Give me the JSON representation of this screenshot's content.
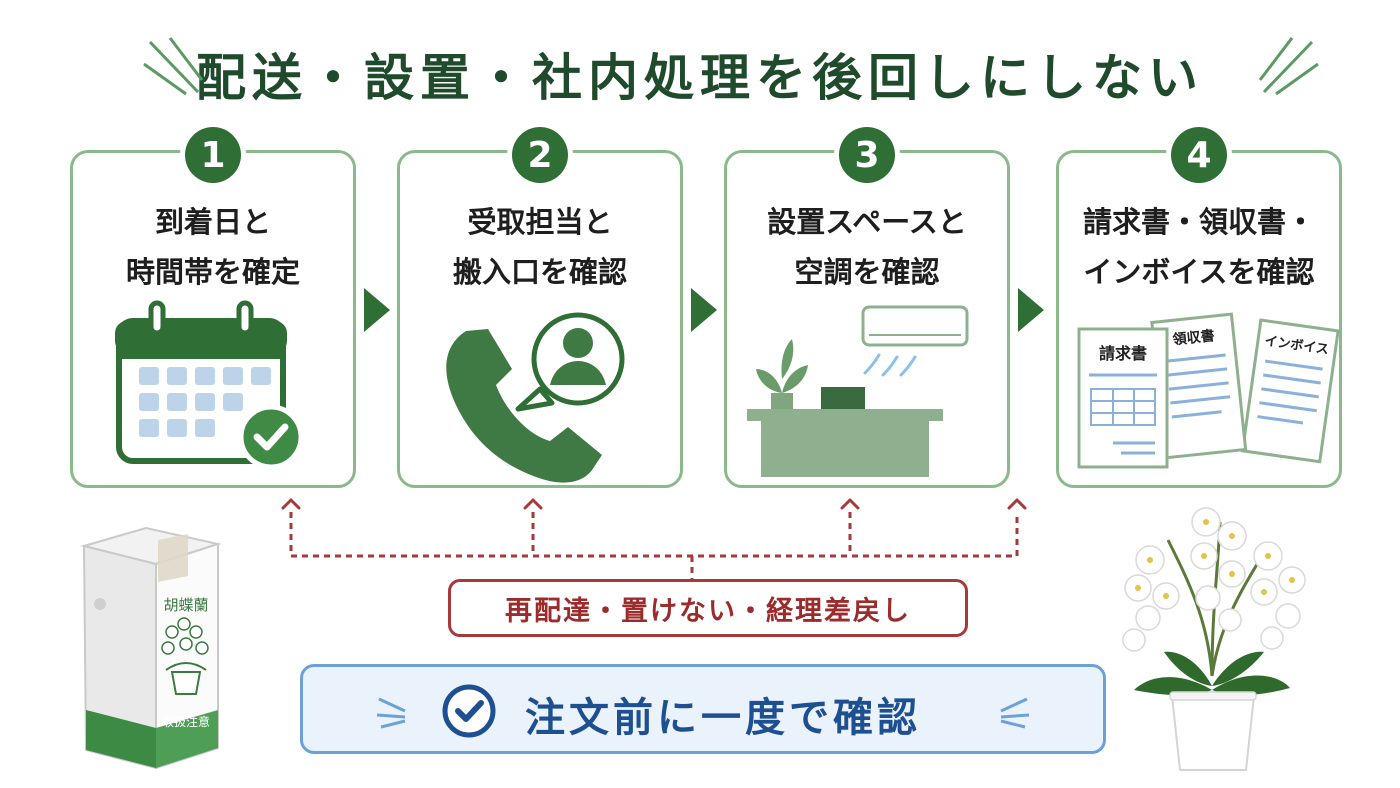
{
  "title": "配送・設置・社内処理を後回しにしない",
  "steps": [
    {
      "number": "1",
      "line1": "到着日と",
      "line2": "時間帯を確定",
      "icon": "calendar-check-icon"
    },
    {
      "number": "2",
      "line1": "受取担当と",
      "line2": "搬入口を確認",
      "icon": "phone-person-icon"
    },
    {
      "number": "3",
      "line1": "設置スペースと",
      "line2": "空調を確認",
      "icon": "office-aircon-icon"
    },
    {
      "number": "4",
      "line1": "請求書・領収書・",
      "line2": "インボイスを確認",
      "icon": "documents-icon"
    }
  ],
  "documents": {
    "invoice": "請求書",
    "receipt": "領収書",
    "tax_invoice": "インボイス"
  },
  "warning": "再配達・置けない・経理差戻し",
  "confirm": "注文前に一度で確認",
  "box": {
    "label": "胡蝶蘭",
    "caution": "取扱注意"
  },
  "colors": {
    "green": "#2f6e35",
    "red": "#a63a3a",
    "blue": "#1d4f91"
  }
}
